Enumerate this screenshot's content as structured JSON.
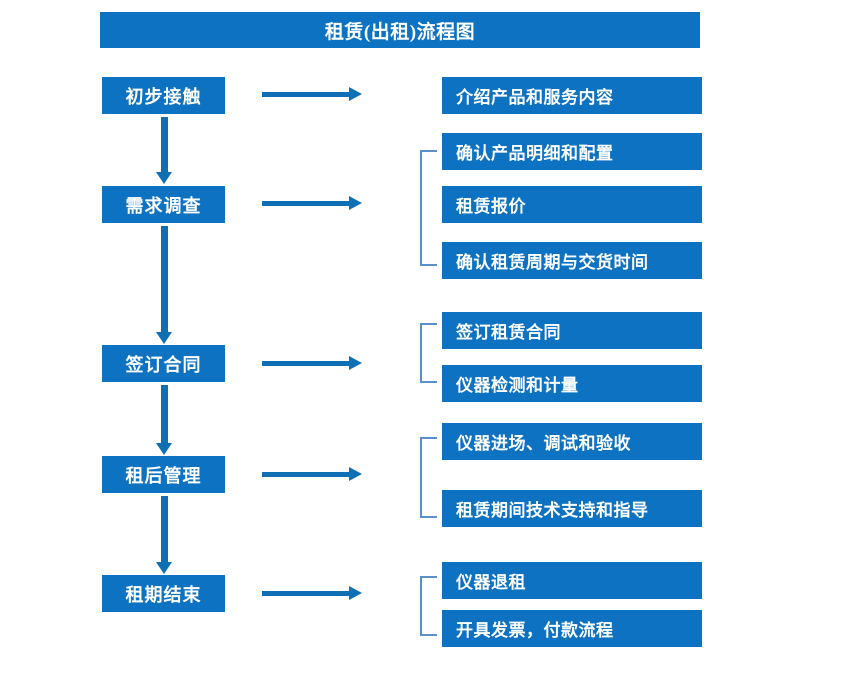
{
  "title": "租赁(出租)流程图",
  "colors": {
    "box_blue": "#0d72c2",
    "arrow_blue": "#0e6fb5",
    "bracket_blue": "#5b8fc9",
    "text_white": "#ffffff",
    "background": "#ffffff"
  },
  "stages": [
    {
      "label": "初步接触",
      "details": [
        "介绍产品和服务内容"
      ],
      "has_bracket": false
    },
    {
      "label": "需求调查",
      "details": [
        "确认产品明细和配置",
        "租赁报价",
        "确认租赁周期与交货时间"
      ],
      "has_bracket": true
    },
    {
      "label": "签订合同",
      "details": [
        "签订租赁合同",
        "仪器检测和计量"
      ],
      "has_bracket": true
    },
    {
      "label": "租后管理",
      "details": [
        "仪器进场、调试和验收",
        "租赁期间技术支持和指导"
      ],
      "has_bracket": true
    },
    {
      "label": "租期结束",
      "details": [
        "仪器退租",
        "开具发票，付款流程"
      ],
      "has_bracket": true
    }
  ],
  "flow_boxes": {
    "stage_0": "初步接触",
    "stage_1": "需求调查",
    "stage_2": "签订合同",
    "stage_3": "租后管理",
    "stage_4": "租期结束",
    "detail_0_0": "介绍产品和服务内容",
    "detail_1_0": "确认产品明细和配置",
    "detail_1_1": "租赁报价",
    "detail_1_2": "确认租赁周期与交货时间",
    "detail_2_0": "签订租赁合同",
    "detail_2_1": "仪器检测和计量",
    "detail_3_0": "仪器进场、调试和验收",
    "detail_3_1": "租赁期间技术支持和指导",
    "detail_4_0": "仪器退租",
    "detail_4_1": "开具发票，付款流程"
  },
  "icons": {
    "arrow_right": "right-arrow-icon",
    "arrow_down": "down-arrow-icon",
    "bracket": "group-bracket-icon"
  }
}
